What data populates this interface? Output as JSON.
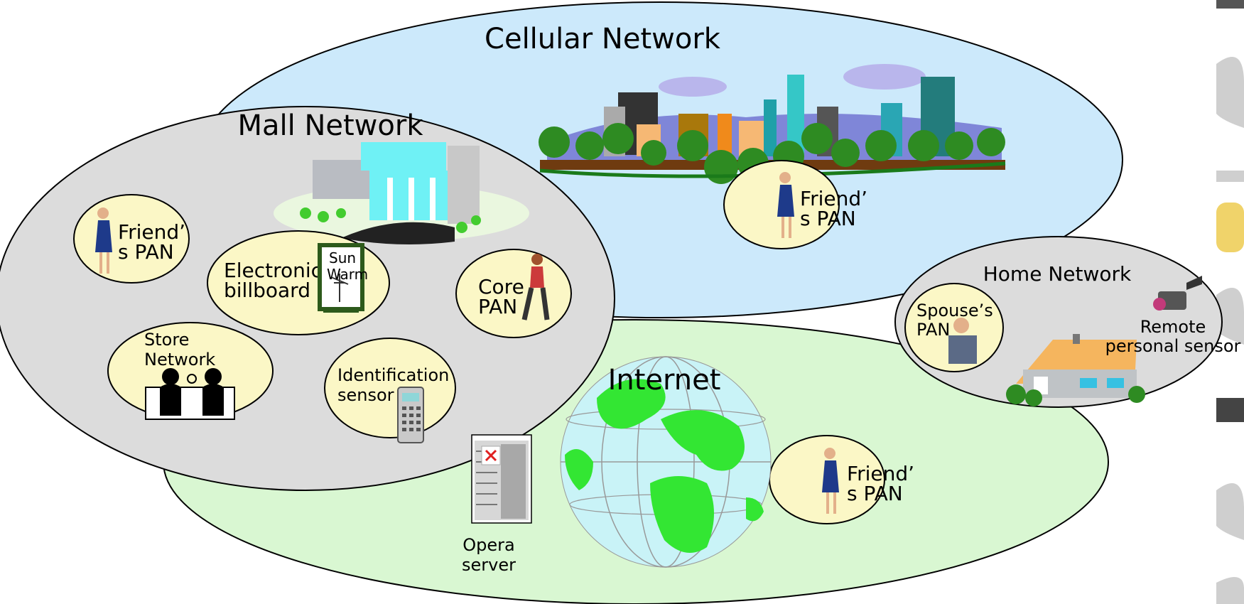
{
  "networks": {
    "cellular": "Cellular Network",
    "mall": "Mall Network",
    "internet": "Internet",
    "home": "Home Network"
  },
  "pans": {
    "cellular_friend_l1": "Friend’",
    "cellular_friend_l2": "s PAN",
    "mall_friend_l1": "Friend’",
    "mall_friend_l2": "s PAN",
    "internet_friend_l1": "Friend’",
    "internet_friend_l2": "s PAN",
    "core_l1": "Core",
    "core_l2": "PAN",
    "spouse_l1": "Spouse’s",
    "spouse_l2": "PAN"
  },
  "mall_items": {
    "billboard_l1": "Electronic",
    "billboard_l2": "billboard",
    "billboard_sign_l1": "Sun",
    "billboard_sign_l2": "Warm",
    "store_l1": "Store",
    "store_l2": "Network",
    "idsensor_l1": "Identification",
    "idsensor_l2": "sensor"
  },
  "internet_items": {
    "server_l1": "Opera",
    "server_l2": "server"
  },
  "home_items": {
    "sensor_l1": "Remote",
    "sensor_l2": "personal sensor"
  },
  "colors": {
    "cellular_fill": "#cce9fb",
    "mall_fill": "#dcdcdc",
    "internet_fill": "#d9f7d2",
    "home_fill": "#dcdcdc",
    "pan_fill": "#fbf7c6",
    "globe_land": "#33e633",
    "globe_sea": "#c9f3f7"
  }
}
